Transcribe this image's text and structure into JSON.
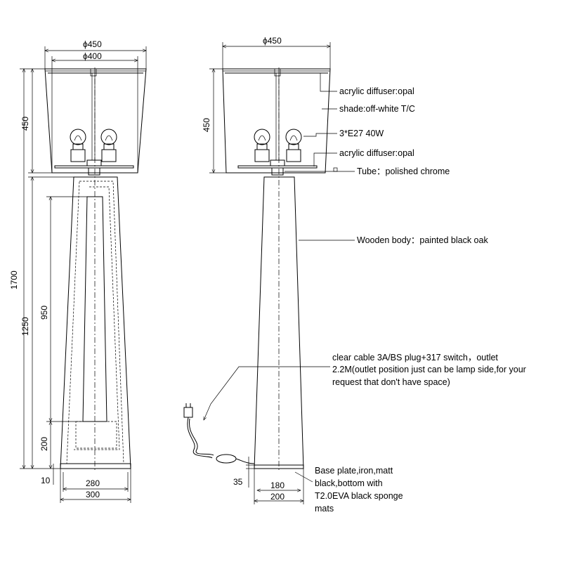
{
  "dimensions": {
    "shade_top_diameter": "ϕ450",
    "shade_bottom_diameter": "ϕ400",
    "side_shade_diameter": "ϕ450",
    "shade_height": "450",
    "total_height": "1700",
    "body_height": "1250",
    "slot_height": "950",
    "slot_bottom": "200",
    "base_thickness_front": "10",
    "base_inner_width": "280",
    "base_outer_width": "300",
    "base_thickness_side": "35",
    "side_base_inner": "180",
    "side_base_outer": "200"
  },
  "annotations": {
    "diffuser_top": "acrylic diffuser:opal",
    "shade": "shade:off-white T/C",
    "bulbs": "3*E27 40W",
    "diffuser_bottom": "acrylic diffuser:opal",
    "tube": "Tube：polished chrome",
    "body": "Wooden body：painted black oak",
    "cable_line1": "clear cable 3A/BS plug+317 switch，outlet",
    "cable_line2": "2.2M(outlet position just can be lamp side,for your",
    "cable_line3": "request that don't have space)",
    "base_line1": "Base plate,iron,matt",
    "base_line2": "black,bottom with",
    "base_line3": "T2.0EVA black sponge",
    "base_line4": "mats"
  }
}
